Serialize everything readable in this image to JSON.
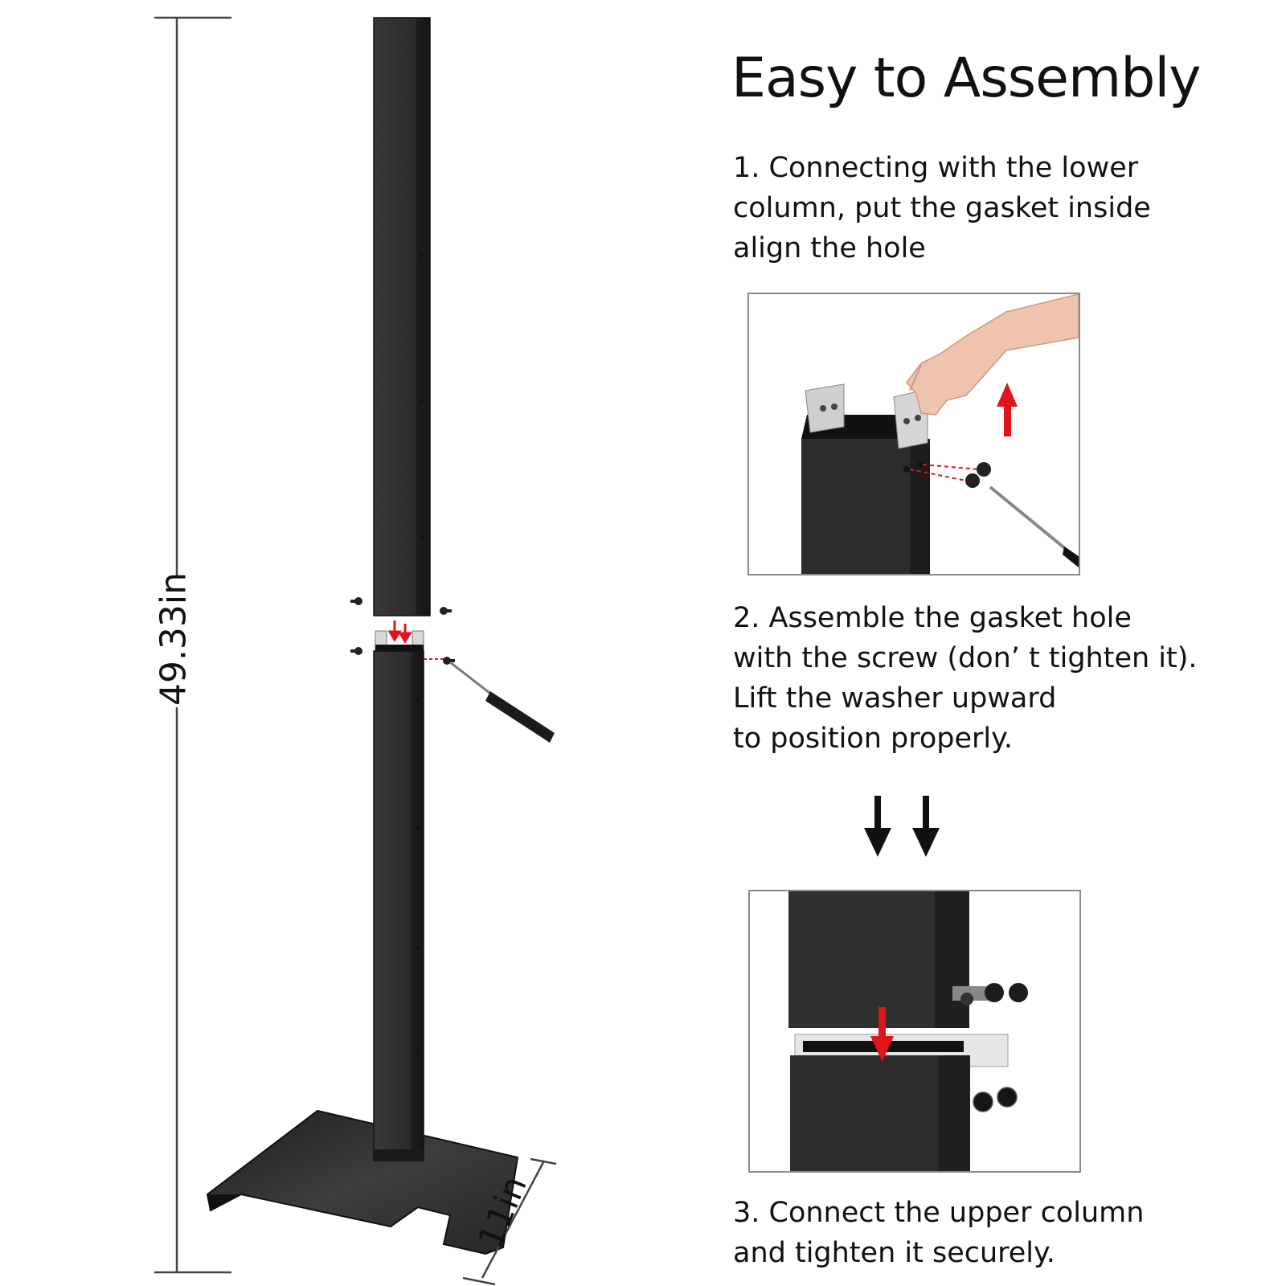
{
  "title": "Easy to Assembly",
  "dimensions": {
    "height": "49.33in",
    "width": "11in"
  },
  "steps": [
    {
      "lines": [
        "1. Connecting with the lower",
        "column, put the gasket inside",
        "align the hole"
      ]
    },
    {
      "lines": [
        "2. Assemble the gasket hole",
        "with the screw (don’ t tighten it).",
        "Lift the washer upward",
        "to position properly."
      ]
    },
    {
      "lines": [
        "3. Connect the upper column",
        "and tighten it securely."
      ]
    }
  ],
  "colors": {
    "metal": "#2b2b2b",
    "accent_arrow": "#e0141b",
    "text": "#111111"
  },
  "icons": [
    "screwdriver-icon",
    "screw-icon",
    "arrow-up-icon",
    "arrow-down-icon",
    "hand-icon"
  ]
}
